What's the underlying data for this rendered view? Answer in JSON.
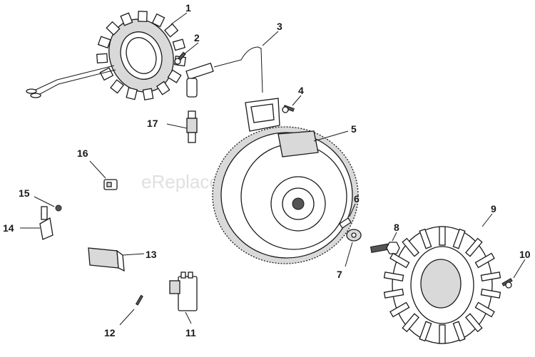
{
  "watermark": "eReplacementParts.com",
  "callouts": {
    "c1": "1",
    "c2": "2",
    "c3": "3",
    "c4": "4",
    "c5": "5",
    "c6": "6",
    "c7": "7",
    "c8": "8",
    "c9": "9",
    "c10": "10",
    "c11": "11",
    "c12": "12",
    "c13": "13",
    "c14": "14",
    "c15": "15",
    "c16": "16",
    "c17": "17"
  }
}
